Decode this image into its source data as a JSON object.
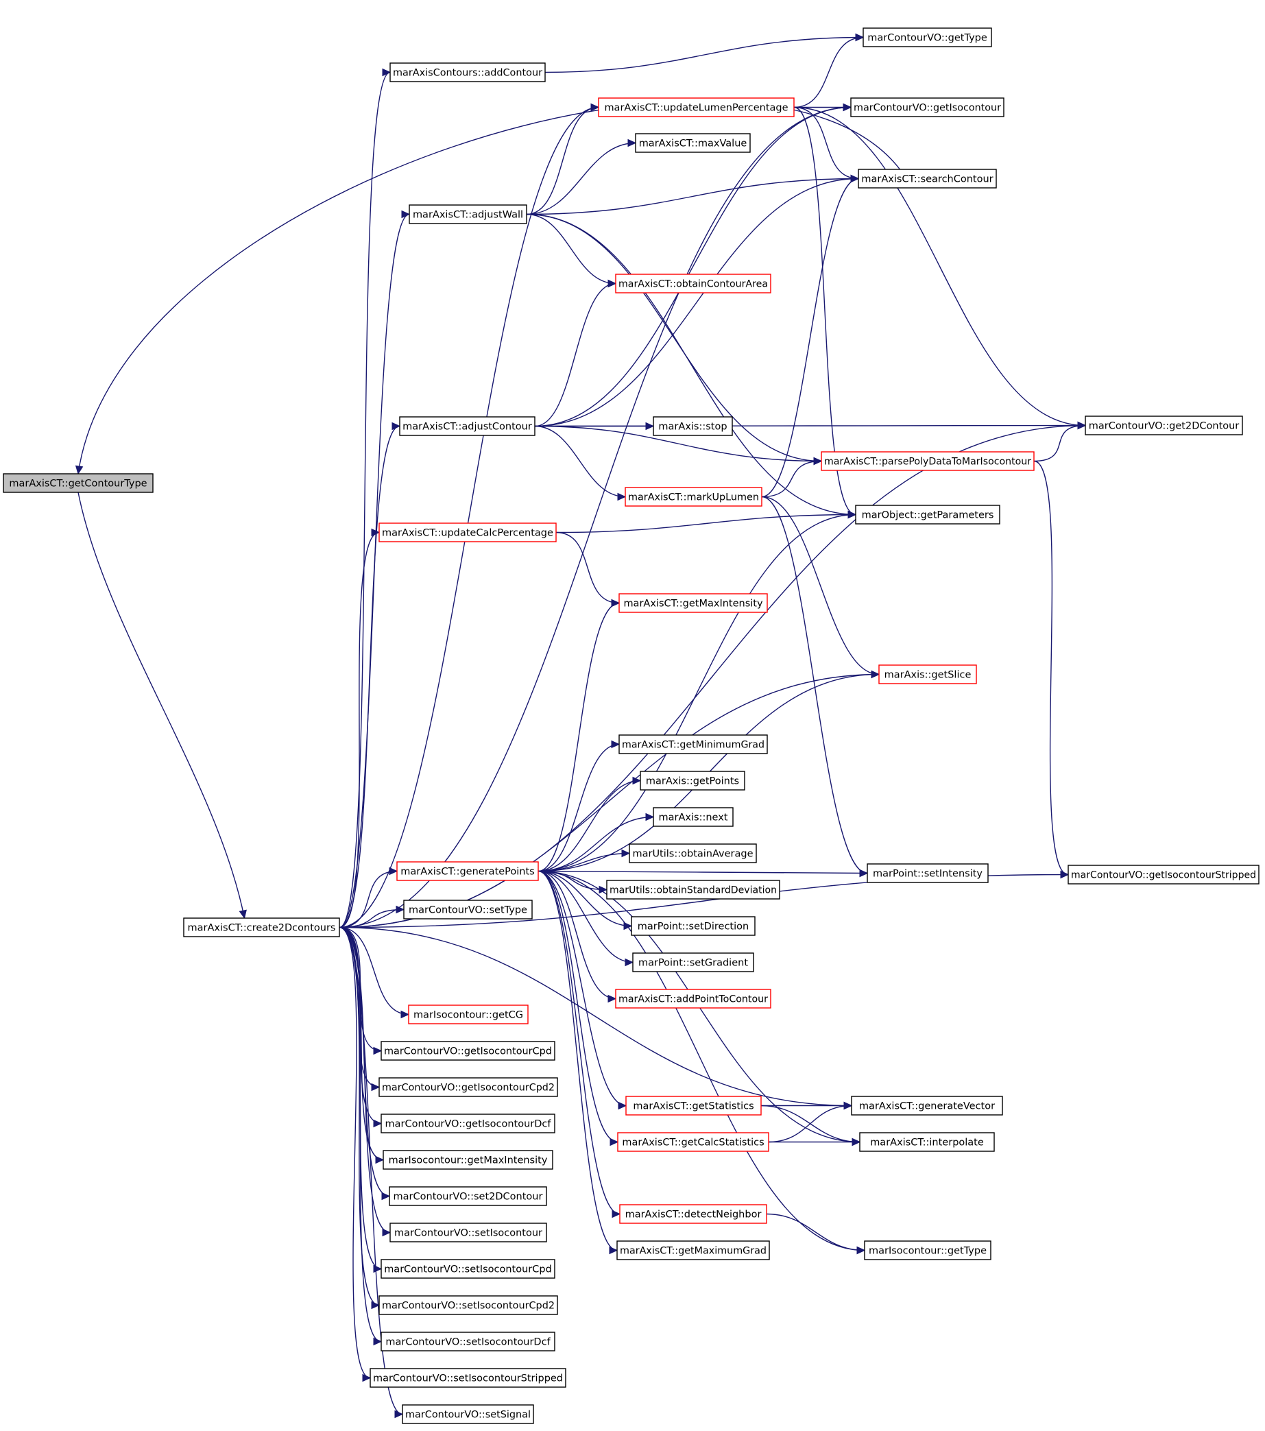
{
  "colors": {
    "edge": "#191970",
    "box_normal": "#000000",
    "box_truncated": "#ff0000",
    "root_fill": "#bfbfbf"
  },
  "nodes": [
    {
      "id": "root",
      "label": "marAxisCT::getContourType",
      "style": "root"
    },
    {
      "id": "create2d",
      "label": "marAxisCT::create2Dcontours",
      "style": "normal"
    },
    {
      "id": "addContour",
      "label": "marAxisContours::addContour",
      "style": "normal"
    },
    {
      "id": "adjustWall",
      "label": "marAxisCT::adjustWall",
      "style": "normal"
    },
    {
      "id": "adjustContour",
      "label": "marAxisCT::adjustContour",
      "style": "normal"
    },
    {
      "id": "updateCalc",
      "label": "marAxisCT::updateCalcPercentage",
      "style": "red"
    },
    {
      "id": "generatePoints",
      "label": "marAxisCT::generatePoints",
      "style": "red"
    },
    {
      "id": "setType",
      "label": "marContourVO::setType",
      "style": "normal"
    },
    {
      "id": "isoGetCG",
      "label": "marIsocontour::getCG",
      "style": "red"
    },
    {
      "id": "getIsoCpd",
      "label": "marContourVO::getIsocontourCpd",
      "style": "normal"
    },
    {
      "id": "getIsoCpd2",
      "label": "marContourVO::getIsocontourCpd2",
      "style": "normal"
    },
    {
      "id": "getIsoDcf",
      "label": "marContourVO::getIsocontourDcf",
      "style": "normal"
    },
    {
      "id": "isoGetMaxInt",
      "label": "marIsocontour::getMaxIntensity",
      "style": "normal"
    },
    {
      "id": "set2D",
      "label": "marContourVO::set2DContour",
      "style": "normal"
    },
    {
      "id": "setIso",
      "label": "marContourVO::setIsocontour",
      "style": "normal"
    },
    {
      "id": "setIsoCpd",
      "label": "marContourVO::setIsocontourCpd",
      "style": "normal"
    },
    {
      "id": "setIsoCpd2",
      "label": "marContourVO::setIsocontourCpd2",
      "style": "normal"
    },
    {
      "id": "setIsoDcf",
      "label": "marContourVO::setIsocontourDcf",
      "style": "normal"
    },
    {
      "id": "setIsoStripped",
      "label": "marContourVO::setIsocontourStripped",
      "style": "normal"
    },
    {
      "id": "setSignal",
      "label": "marContourVO::setSignal",
      "style": "normal"
    },
    {
      "id": "updateLumen",
      "label": "marAxisCT::updateLumenPercentage",
      "style": "red"
    },
    {
      "id": "maxValue",
      "label": "marAxisCT::maxValue",
      "style": "normal"
    },
    {
      "id": "obtainArea",
      "label": "marAxisCT::obtainContourArea",
      "style": "red"
    },
    {
      "id": "stop",
      "label": "marAxis::stop",
      "style": "normal"
    },
    {
      "id": "markUpLumen",
      "label": "marAxisCT::markUpLumen",
      "style": "red"
    },
    {
      "id": "getMaxIntensity",
      "label": "marAxisCT::getMaxIntensity",
      "style": "red"
    },
    {
      "id": "getMinGrad",
      "label": "marAxisCT::getMinimumGrad",
      "style": "normal"
    },
    {
      "id": "getPoints",
      "label": "marAxis::getPoints",
      "style": "normal"
    },
    {
      "id": "next",
      "label": "marAxis::next",
      "style": "normal"
    },
    {
      "id": "obtainAvg",
      "label": "marUtils::obtainAverage",
      "style": "normal"
    },
    {
      "id": "obtainStd",
      "label": "marUtils::obtainStandardDeviation",
      "style": "normal"
    },
    {
      "id": "setDirection",
      "label": "marPoint::setDirection",
      "style": "normal"
    },
    {
      "id": "setGradient",
      "label": "marPoint::setGradient",
      "style": "normal"
    },
    {
      "id": "addPoint",
      "label": "marAxisCT::addPointToContour",
      "style": "red"
    },
    {
      "id": "getStats",
      "label": "marAxisCT::getStatistics",
      "style": "red"
    },
    {
      "id": "getCalcStats",
      "label": "marAxisCT::getCalcStatistics",
      "style": "red"
    },
    {
      "id": "detectNeighbor",
      "label": "marAxisCT::detectNeighbor",
      "style": "red"
    },
    {
      "id": "getMaxGrad",
      "label": "marAxisCT::getMaximumGrad",
      "style": "normal"
    },
    {
      "id": "getTypeVO",
      "label": "marContourVO::getType",
      "style": "normal"
    },
    {
      "id": "getIsocontour",
      "label": "marContourVO::getIsocontour",
      "style": "normal"
    },
    {
      "id": "searchContour",
      "label": "marAxisCT::searchContour",
      "style": "normal"
    },
    {
      "id": "parsePoly",
      "label": "marAxisCT::parsePolyDataToMarIsocontour",
      "style": "red"
    },
    {
      "id": "getParams",
      "label": "marObject::getParameters",
      "style": "normal"
    },
    {
      "id": "getSlice",
      "label": "marAxis::getSlice",
      "style": "red"
    },
    {
      "id": "setIntensity",
      "label": "marPoint::setIntensity",
      "style": "normal"
    },
    {
      "id": "genVector",
      "label": "marAxisCT::generateVector",
      "style": "normal"
    },
    {
      "id": "interpolate",
      "label": "marAxisCT::interpolate",
      "style": "normal"
    },
    {
      "id": "isoGetType",
      "label": "marIsocontour::getType",
      "style": "normal"
    },
    {
      "id": "get2D",
      "label": "marContourVO::get2DContour",
      "style": "normal"
    },
    {
      "id": "getIsoStripped",
      "label": "marContourVO::getIsocontourStripped",
      "style": "normal"
    }
  ],
  "edges": [
    [
      "searchContour",
      "root"
    ],
    [
      "root",
      "create2d"
    ],
    [
      "create2d",
      "addContour"
    ],
    [
      "create2d",
      "getIsocontour"
    ],
    [
      "create2d",
      "updateLumen"
    ],
    [
      "create2d",
      "adjustWall"
    ],
    [
      "create2d",
      "adjustContour"
    ],
    [
      "create2d",
      "updateCalc"
    ],
    [
      "create2d",
      "get2D"
    ],
    [
      "create2d",
      "getSlice"
    ],
    [
      "create2d",
      "generatePoints"
    ],
    [
      "create2d",
      "setType"
    ],
    [
      "create2d",
      "isoGetCG"
    ],
    [
      "create2d",
      "getIsoCpd"
    ],
    [
      "create2d",
      "getIsoCpd2"
    ],
    [
      "create2d",
      "getIsoDcf"
    ],
    [
      "create2d",
      "isoGetMaxInt"
    ],
    [
      "create2d",
      "set2D"
    ],
    [
      "create2d",
      "setIso"
    ],
    [
      "create2d",
      "setIsoCpd"
    ],
    [
      "create2d",
      "setIsoCpd2"
    ],
    [
      "create2d",
      "setIsoDcf"
    ],
    [
      "create2d",
      "setIsoStripped"
    ],
    [
      "create2d",
      "setSignal"
    ],
    [
      "create2d",
      "genVector"
    ],
    [
      "create2d",
      "getIsoStripped"
    ],
    [
      "addContour",
      "getTypeVO"
    ],
    [
      "updateLumen",
      "getTypeVO"
    ],
    [
      "updateLumen",
      "getIsocontour"
    ],
    [
      "updateLumen",
      "searchContour"
    ],
    [
      "updateLumen",
      "get2D"
    ],
    [
      "updateLumen",
      "getParams"
    ],
    [
      "adjustWall",
      "updateLumen"
    ],
    [
      "adjustWall",
      "maxValue"
    ],
    [
      "adjustWall",
      "searchContour"
    ],
    [
      "adjustWall",
      "obtainArea"
    ],
    [
      "adjustWall",
      "parsePoly"
    ],
    [
      "adjustWall",
      "getParams"
    ],
    [
      "adjustContour",
      "obtainArea"
    ],
    [
      "adjustContour",
      "getIsocontour"
    ],
    [
      "adjustContour",
      "searchContour"
    ],
    [
      "adjustContour",
      "get2D"
    ],
    [
      "adjustContour",
      "stop"
    ],
    [
      "adjustContour",
      "parsePoly"
    ],
    [
      "adjustContour",
      "markUpLumen"
    ],
    [
      "markUpLumen",
      "searchContour"
    ],
    [
      "markUpLumen",
      "parsePoly"
    ],
    [
      "markUpLumen",
      "getSlice"
    ],
    [
      "markUpLumen",
      "setIntensity"
    ],
    [
      "parsePoly",
      "get2D"
    ],
    [
      "parsePoly",
      "getIsoStripped"
    ],
    [
      "updateCalc",
      "getParams"
    ],
    [
      "updateCalc",
      "getMaxIntensity"
    ],
    [
      "generatePoints",
      "getMaxIntensity"
    ],
    [
      "generatePoints",
      "getParams"
    ],
    [
      "generatePoints",
      "getSlice"
    ],
    [
      "generatePoints",
      "getMinGrad"
    ],
    [
      "generatePoints",
      "getPoints"
    ],
    [
      "generatePoints",
      "next"
    ],
    [
      "generatePoints",
      "obtainAvg"
    ],
    [
      "generatePoints",
      "obtainStd"
    ],
    [
      "generatePoints",
      "setDirection"
    ],
    [
      "generatePoints",
      "setGradient"
    ],
    [
      "generatePoints",
      "addPoint"
    ],
    [
      "generatePoints",
      "setIntensity"
    ],
    [
      "generatePoints",
      "getStats"
    ],
    [
      "generatePoints",
      "getCalcStats"
    ],
    [
      "generatePoints",
      "interpolate"
    ],
    [
      "generatePoints",
      "detectNeighbor"
    ],
    [
      "generatePoints",
      "getMaxGrad"
    ],
    [
      "generatePoints",
      "isoGetType"
    ],
    [
      "getStats",
      "genVector"
    ],
    [
      "getStats",
      "interpolate"
    ],
    [
      "getCalcStats",
      "genVector"
    ],
    [
      "getCalcStats",
      "interpolate"
    ],
    [
      "detectNeighbor",
      "isoGetType"
    ]
  ]
}
